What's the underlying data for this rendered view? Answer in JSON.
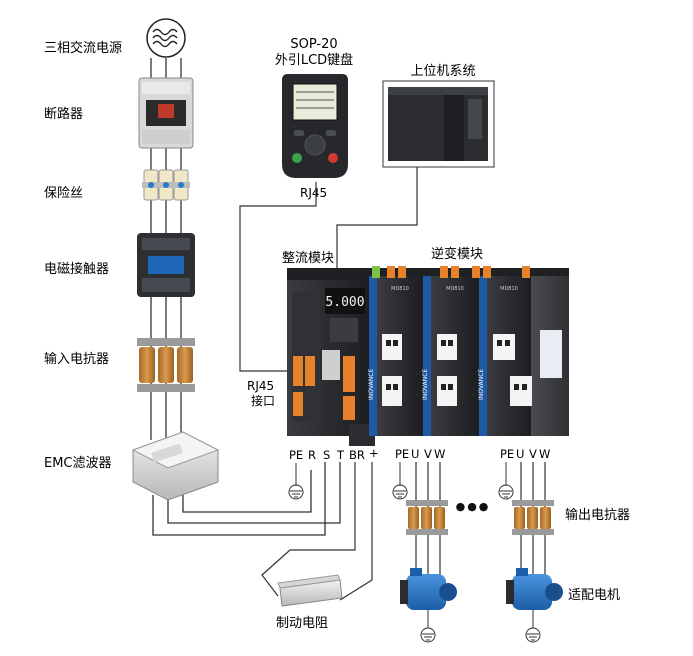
{
  "labels": {
    "power_source": "三相交流电源",
    "breaker": "断路器",
    "fuse": "保险丝",
    "contactor": "电磁接触器",
    "input_reactor": "输入电抗器",
    "emc_filter": "EMC滤波器",
    "keypad_model": "SOP-20",
    "keypad_name": "外引LCD键盘",
    "keypad_port": "RJ45",
    "host_system": "上位机系统",
    "rectifier_module": "整流模块",
    "inverter_module": "逆变模块",
    "rj45_port_line1": "RJ45",
    "rj45_port_line2": "接口",
    "output_reactor": "输出电抗器",
    "motor": "适配电机",
    "brake_resistor": "制动电阻"
  },
  "terminals": {
    "rectifier": [
      "PE",
      "R",
      "S",
      "T",
      "BR",
      "+"
    ],
    "inverter_1": [
      "PE",
      "U",
      "V",
      "W"
    ],
    "inverter_2": [
      "PE",
      "U",
      "V",
      "W"
    ],
    "ellipsis": "●●●"
  },
  "device_text": {
    "keypad_display": "5.000",
    "brand": "INOVANCE",
    "module_model": "MD810"
  },
  "colors": {
    "device_body": "#2a2c30",
    "device_dark": "#1b1c1f",
    "brand_blue": "#1f5aa6",
    "wire": "#333333",
    "terminal_orange": "#e8822a",
    "terminal_green": "#7cc24a",
    "motor_blue": "#2a78c8",
    "reactor_copper": "#c98a3c"
  }
}
